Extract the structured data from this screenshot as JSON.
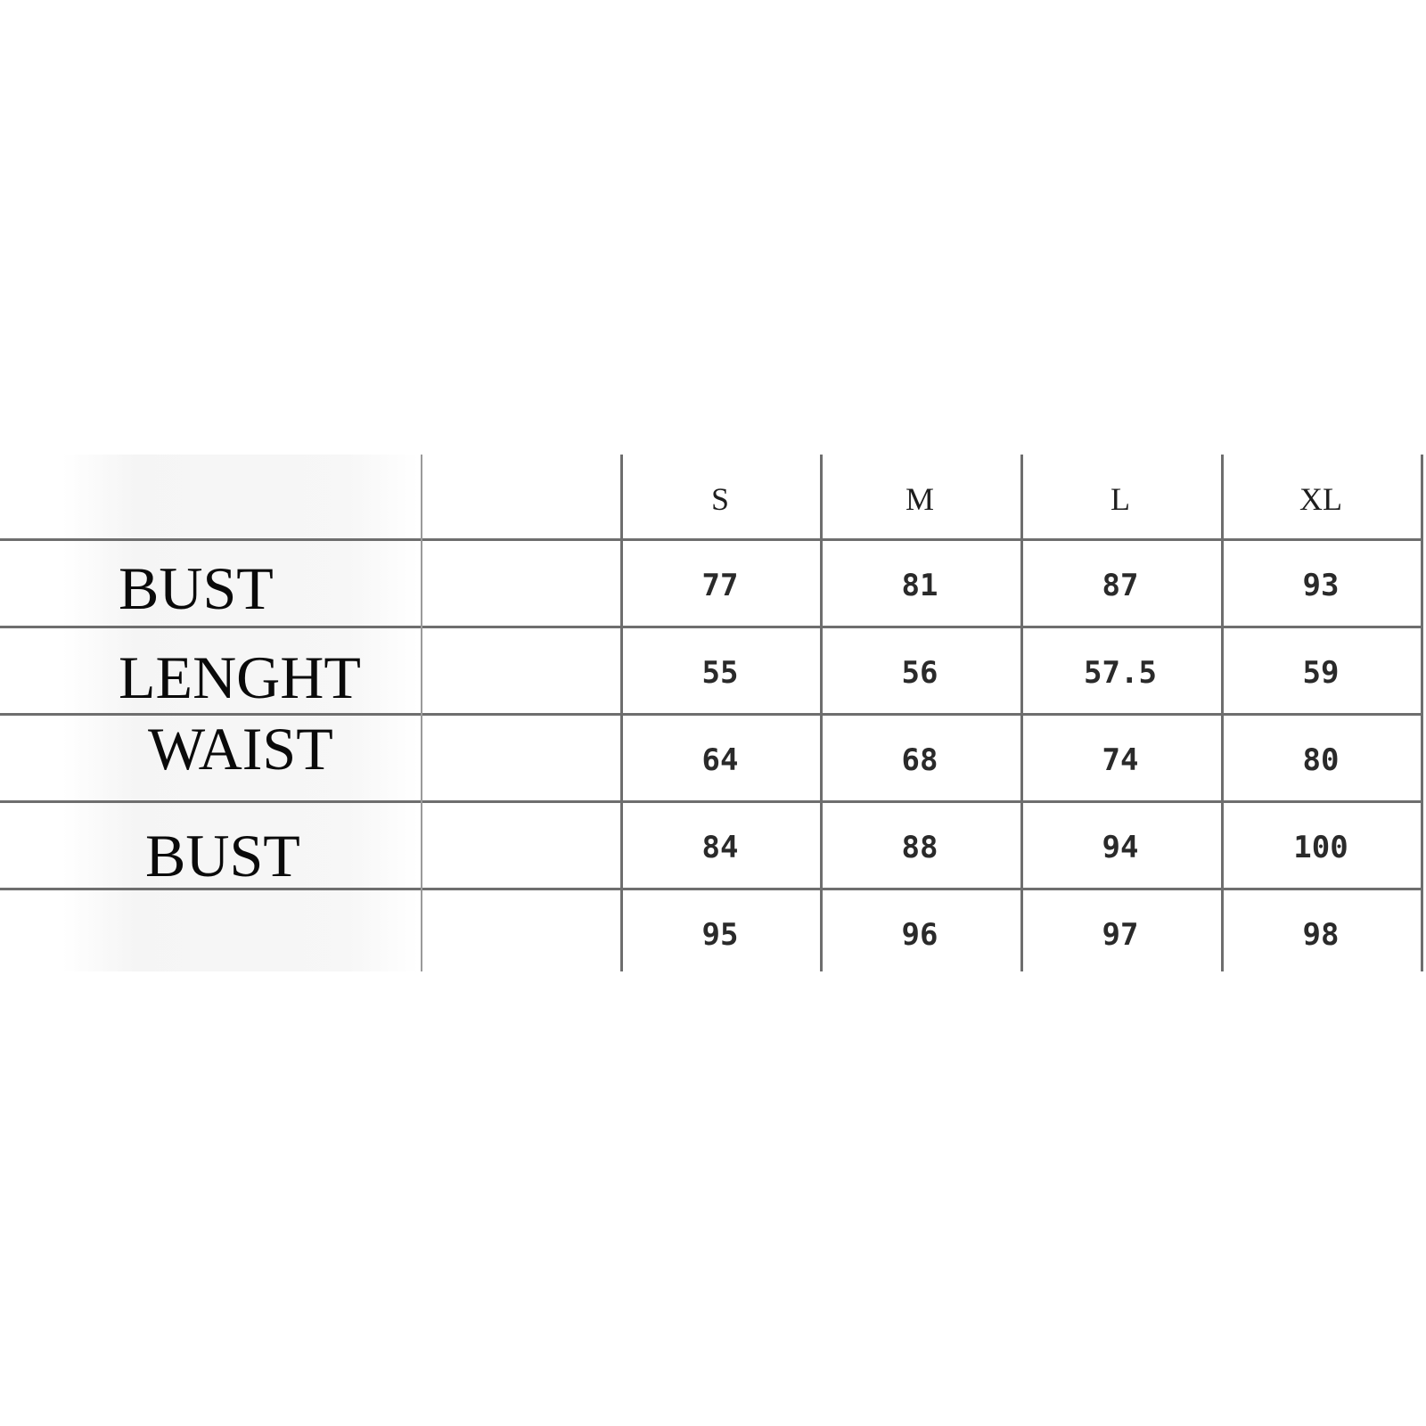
{
  "size_chart": {
    "sizes": [
      "S",
      "M",
      "L",
      "XL"
    ],
    "rows": [
      {
        "label": "BUST",
        "values": [
          "77",
          "81",
          "87",
          "93"
        ]
      },
      {
        "label": "LENGHT",
        "values": [
          "55",
          "56",
          "57.5",
          "59"
        ]
      },
      {
        "label": "WAIST",
        "values": [
          "64",
          "68",
          "74",
          "80"
        ]
      },
      {
        "label": "BUST",
        "values": [
          "84",
          "88",
          "94",
          "100"
        ]
      },
      {
        "label": "",
        "values": [
          "95",
          "96",
          "97",
          "98"
        ]
      }
    ]
  }
}
